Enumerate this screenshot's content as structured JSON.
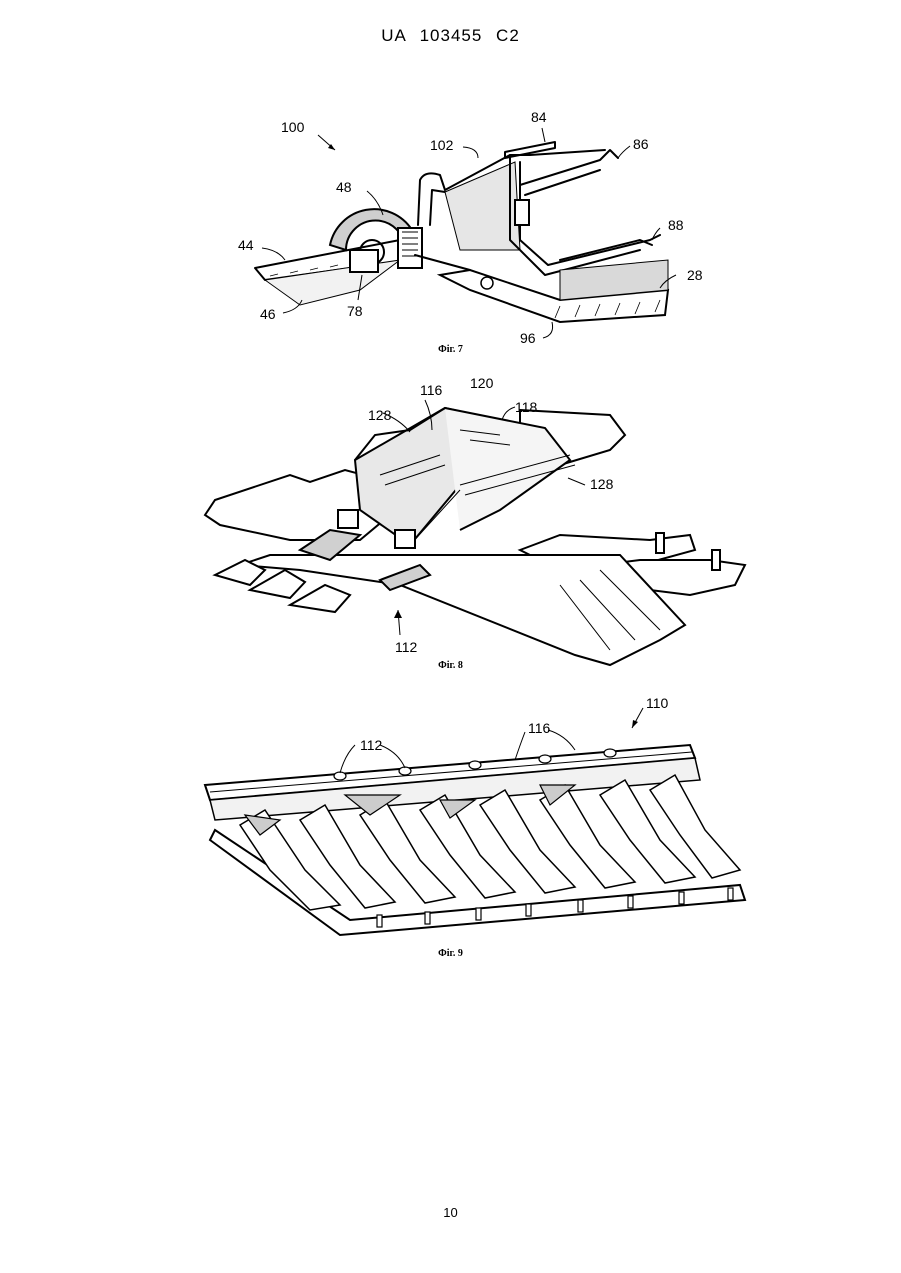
{
  "header": {
    "text": "UA   103455   C2"
  },
  "figures": [
    {
      "caption": "Фіг. 7",
      "labels": [
        "100",
        "84",
        "102",
        "86",
        "48",
        "88",
        "44",
        "28",
        "78",
        "46",
        "96"
      ]
    },
    {
      "caption": "Фіг. 8",
      "labels": [
        "116",
        "120",
        "128",
        "118",
        "128",
        "112"
      ]
    },
    {
      "caption": "Фіг. 9",
      "labels": [
        "110",
        "116",
        "112"
      ]
    }
  ],
  "footer": {
    "page_number": "10"
  }
}
